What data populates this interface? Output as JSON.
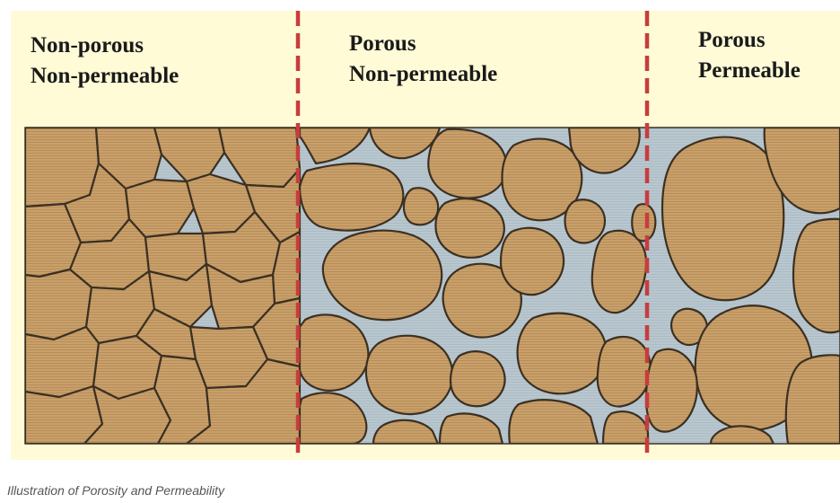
{
  "panels": [
    {
      "line1": "Non-porous",
      "line2": "Non-permeable"
    },
    {
      "line1": "Porous",
      "line2": "Non-permeable"
    },
    {
      "line1": "Porous",
      "line2": "Permeable"
    }
  ],
  "caption": "Illustration of Porosity and Permeability",
  "colors": {
    "header_background": "#fefbd6",
    "grain_fill": "#c9a06a",
    "grain_outline": "#3b3022",
    "pore_space": "#b9c7cf",
    "divider": "#c83c3c"
  }
}
